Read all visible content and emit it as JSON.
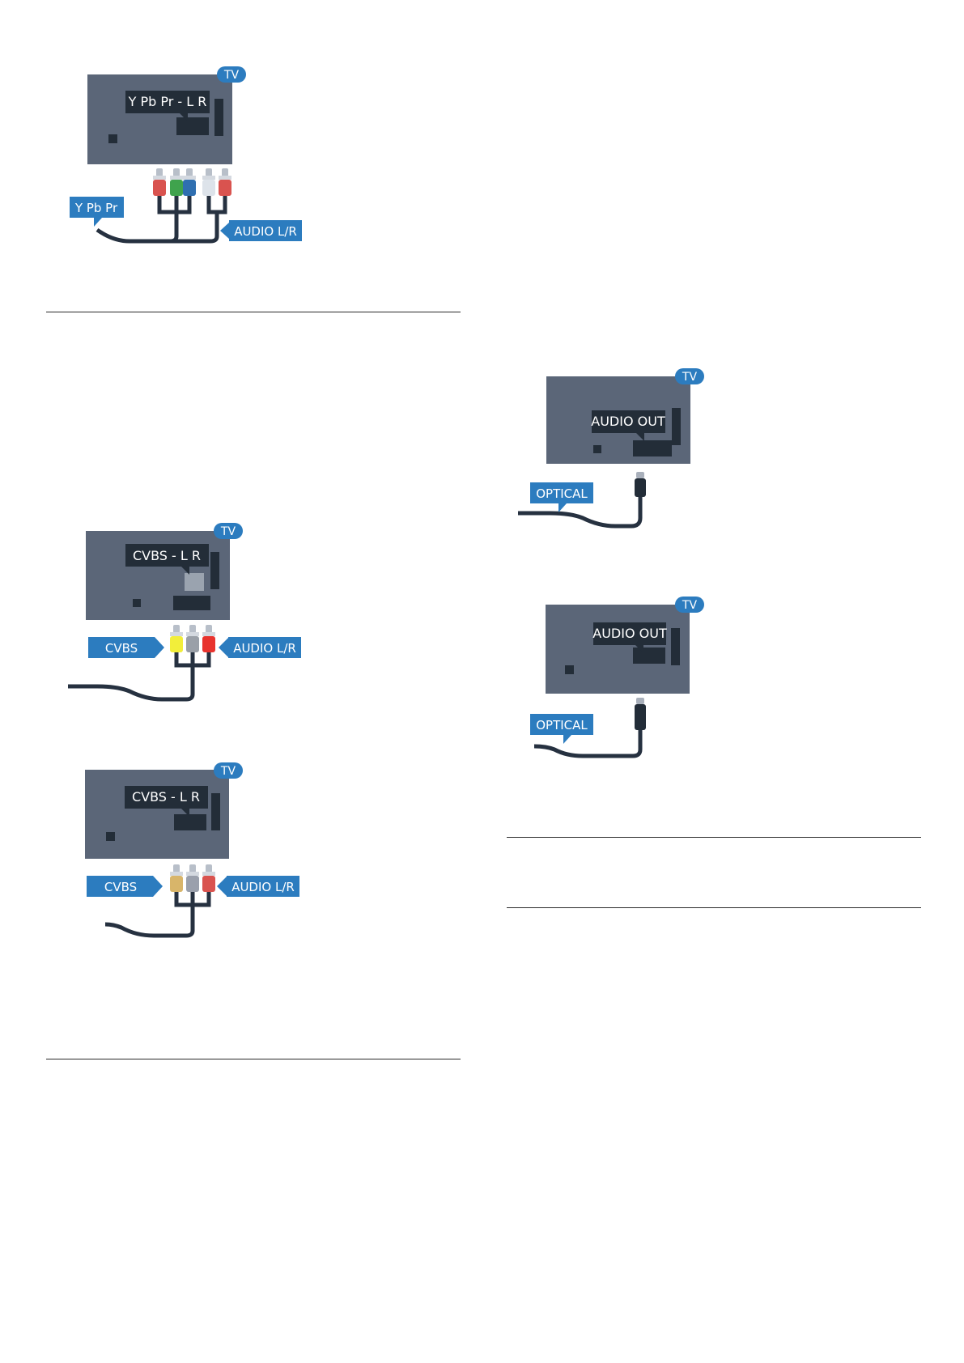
{
  "figures": {
    "ypbpr": {
      "port_label": "Y Pb Pr - L R",
      "tv_badge": "TV",
      "cable_label": "Y Pb Pr",
      "audio_label": "AUDIO L/R",
      "plug_colors": [
        "#d9534f",
        "#3fa34d",
        "#2f6fb0",
        "#dde3ea",
        "#d9534f"
      ]
    },
    "cvbs_1": {
      "port_label": "CVBS  - L R",
      "tv_badge": "TV",
      "cable_label": "CVBS",
      "audio_label": "AUDIO L/R",
      "plug_colors": [
        "#f2ee3a",
        "#9aa0a8",
        "#e8332e"
      ]
    },
    "cvbs_2": {
      "port_label": "CVBS - L R",
      "tv_badge": "TV",
      "cable_label": "CVBS",
      "audio_label": "AUDIO L/R",
      "plug_colors": [
        "#d8b56a",
        "#9aa0ac",
        "#d9534f"
      ]
    },
    "optical_1": {
      "port_label": "AUDIO OUT",
      "tv_badge": "TV",
      "cable_label": "OPTICAL"
    },
    "optical_2": {
      "port_label": "AUDIO OUT",
      "tv_badge": "TV",
      "cable_label": "OPTICAL"
    }
  },
  "colors": {
    "tv_body": "#5b6678",
    "badge_blue": "#2c7cbf",
    "port_dark": "#232d38",
    "cable": "#263140"
  }
}
